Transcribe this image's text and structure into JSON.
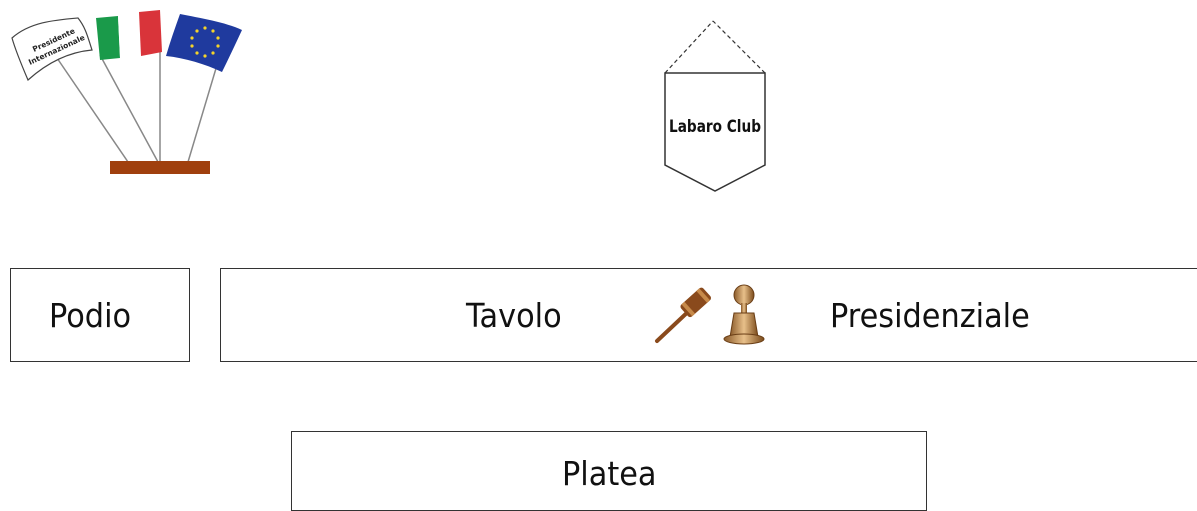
{
  "flags": {
    "president_flag_text_line1": "Presidente",
    "president_flag_text_line2": "Internazionale",
    "italy_colors": [
      "#1a9a4a",
      "#ffffff",
      "#d9343a"
    ],
    "eu_color": "#1f3a9e",
    "eu_star_color": "#f5d32a",
    "stand_color": "#a0400e"
  },
  "banner": {
    "label": "Labaro Club"
  },
  "podio": {
    "label": "Podio"
  },
  "tavolo": {
    "label_left": "Tavolo",
    "label_right": "Presidenziale"
  },
  "platea": {
    "label": "Platea"
  },
  "icons": [
    "gavel-icon",
    "bell-icon"
  ]
}
